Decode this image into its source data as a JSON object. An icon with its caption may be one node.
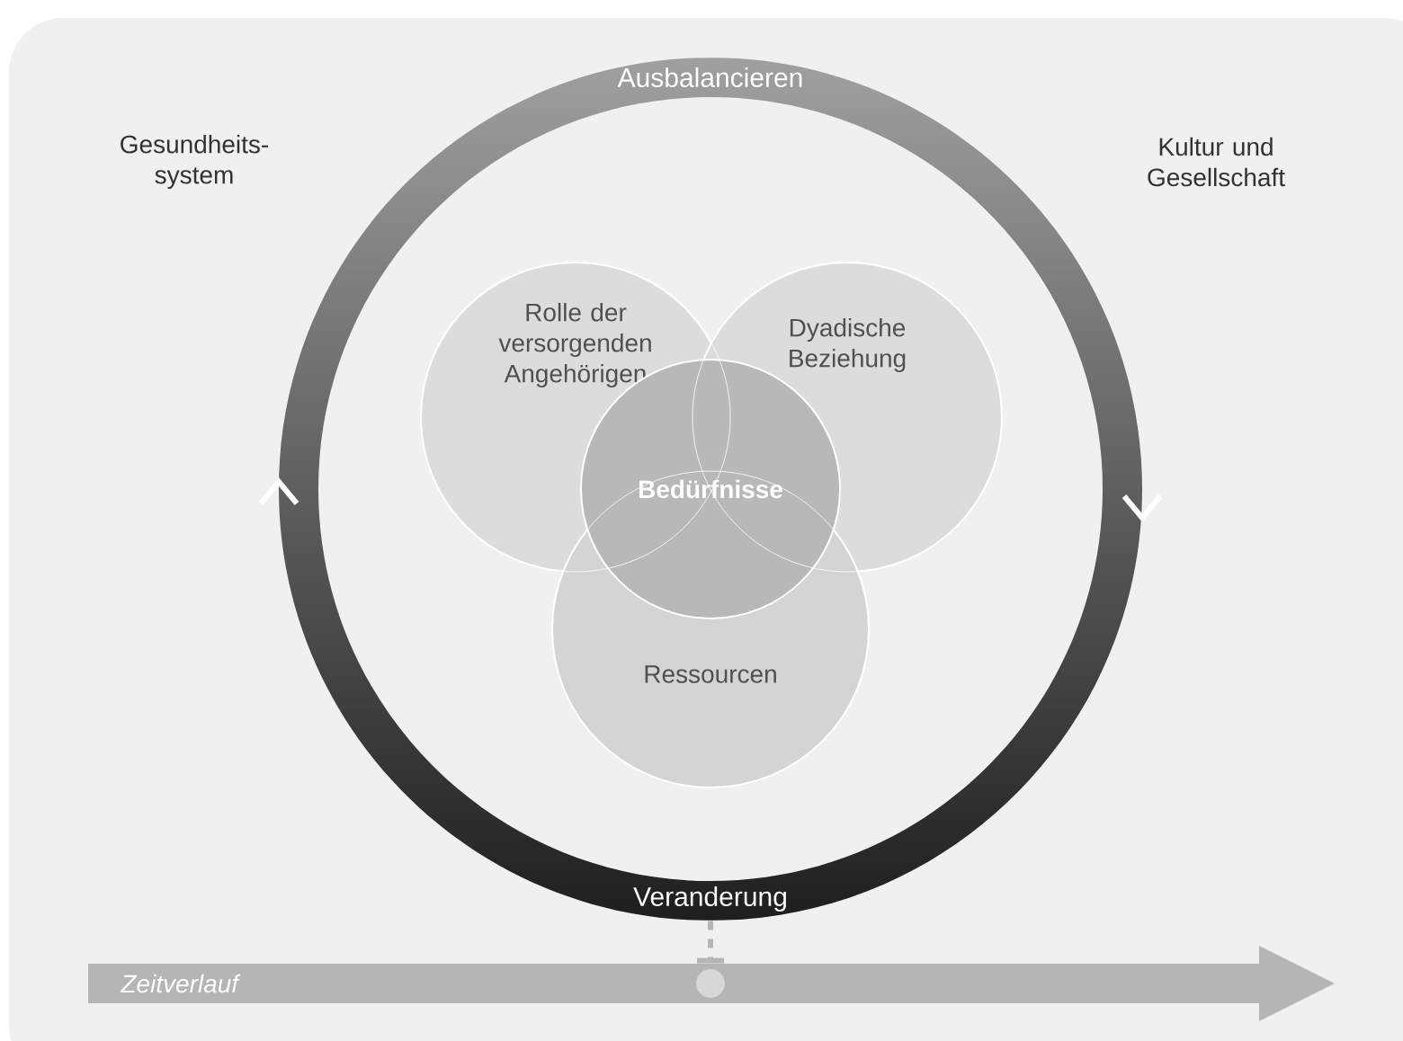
{
  "diagram": {
    "nodes": [
      {
        "text": [
          "Ausbalancieren",
          "Veranderung"
        ]
      },
      {
        "text": [
          "Rolle der versorgenden Angehörigen"
        ],
        "in": 0
      },
      {
        "text": [
          "Dyadische Beziehung"
        ],
        "in": 0
      },
      {
        "text": [
          "Ressourcen"
        ],
        "in": 0
      },
      {
        "text": [
          "Bedürfnisse"
        ],
        "in": 0
      },
      {
        "text": [
          "Zeitverlauf"
        ]
      }
    ],
    "edges": [
      {
        "from": 0,
        "to": 5,
        "arrow": "other",
        "style": "dashed"
      }
    ],
    "labels": [
      "Gesundheits- system",
      "Kultur und Gesellschaft"
    ]
  }
}
